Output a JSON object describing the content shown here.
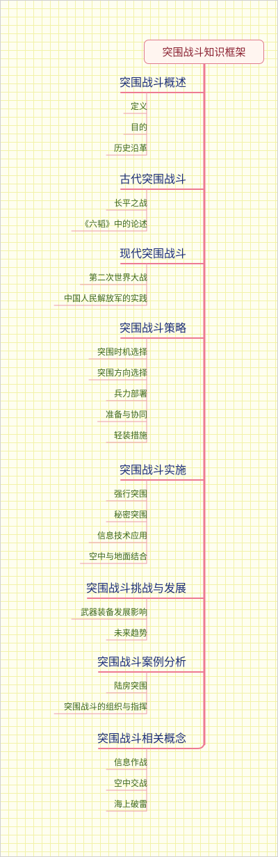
{
  "title": "突围战斗知识框架",
  "branches": [
    {
      "label": "突围战斗概述",
      "children": [
        "定义",
        "目的",
        "历史沿革"
      ]
    },
    {
      "label": "古代突围战斗",
      "children": [
        "长平之战",
        "《六韬》中的论述"
      ]
    },
    {
      "label": "现代突围战斗",
      "children": [
        "第二次世界大战",
        "中国人民解放军的实践"
      ]
    },
    {
      "label": "突围战斗策略",
      "children": [
        "突围时机选择",
        "突围方向选择",
        "兵力部署",
        "准备与协同",
        "轻装措施"
      ]
    },
    {
      "label": "突围战斗实施",
      "children": [
        "强行突围",
        "秘密突围",
        "信息技术应用",
        "空中与地面结合"
      ]
    },
    {
      "label": "突围战斗挑战与发展",
      "children": [
        "武器装备发展影响",
        "未来趋势"
      ]
    },
    {
      "label": "突围战斗案例分析",
      "children": [
        "陆房突围",
        "突围战斗的组织与指挥"
      ]
    },
    {
      "label": "突围战斗相关概念",
      "children": [
        "信息作战",
        "空中交战",
        "海上破雷"
      ]
    }
  ],
  "colors": {
    "branch_line": "#ee7a92",
    "leaf_line": "#ee9aa8",
    "branch_text": "#1c2e78",
    "leaf_text": "#3d6820"
  }
}
